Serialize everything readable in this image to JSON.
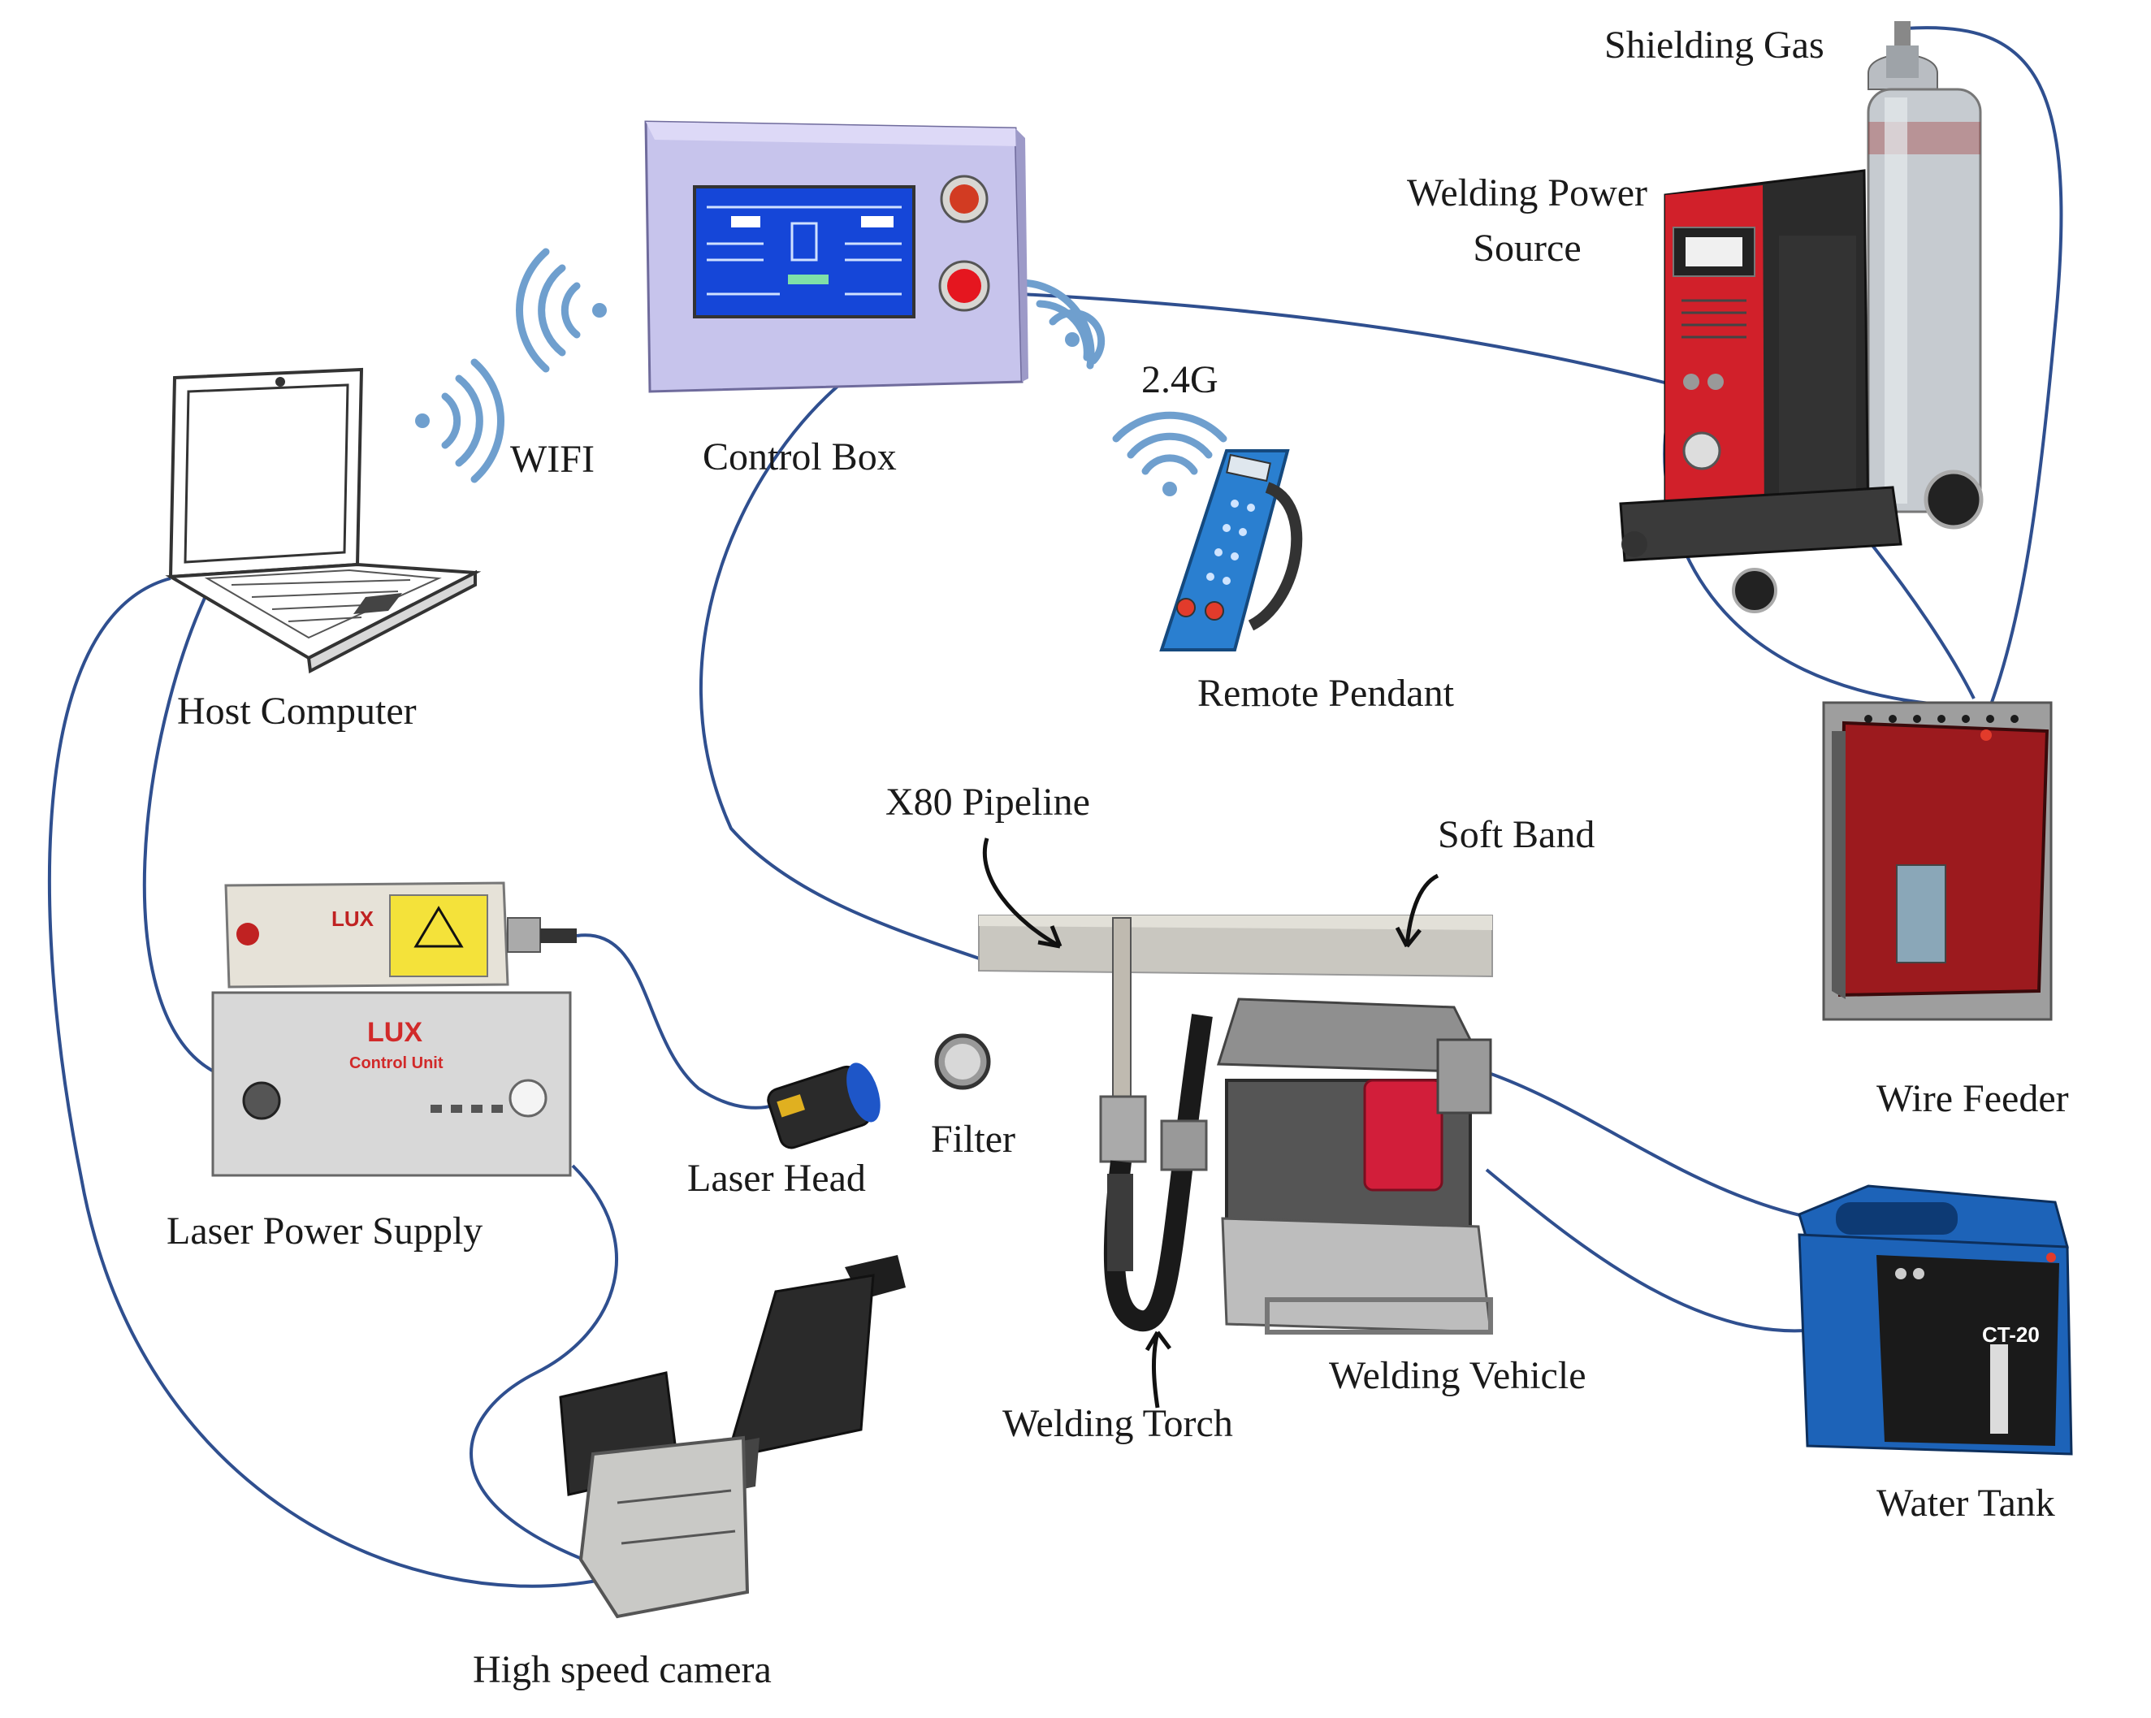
{
  "labels": {
    "shielding_gas": "Shielding Gas",
    "welding_power_source": "Welding Power",
    "welding_power_source_2": "Source",
    "wifi": "WIFI",
    "control_box": "Control Box",
    "band_24g": "2.4G",
    "host_computer": "Host Computer",
    "remote_pendant": "Remote Pendant",
    "x80_pipeline": "X80 Pipeline",
    "soft_band": "Soft Band",
    "wire_feeder": "Wire Feeder",
    "laser_head": "Laser Head",
    "filter": "Filter",
    "laser_power_supply": "Laser Power Supply",
    "welding_vehicle": "Welding Vehicle",
    "welding_torch": "Welding Torch",
    "water_tank": "Water Tank",
    "high_speed_camera": "High speed camera"
  },
  "device_text": {
    "laser_brand_top": "LUX",
    "laser_control_brand": "LUX",
    "laser_control_unit": "Control Unit",
    "water_tank_model": "CT-20"
  },
  "colors": {
    "cable": "#2f4f8f",
    "wireless": "#6f9fce",
    "control_box_body": "#c7c4ec",
    "screen": "#1546d8",
    "power_source_red": "#d1202a",
    "wire_feeder_red": "#9c1a1e",
    "water_tank_blue": "#1d63b8",
    "pendant_blue": "#2a7fd0"
  }
}
